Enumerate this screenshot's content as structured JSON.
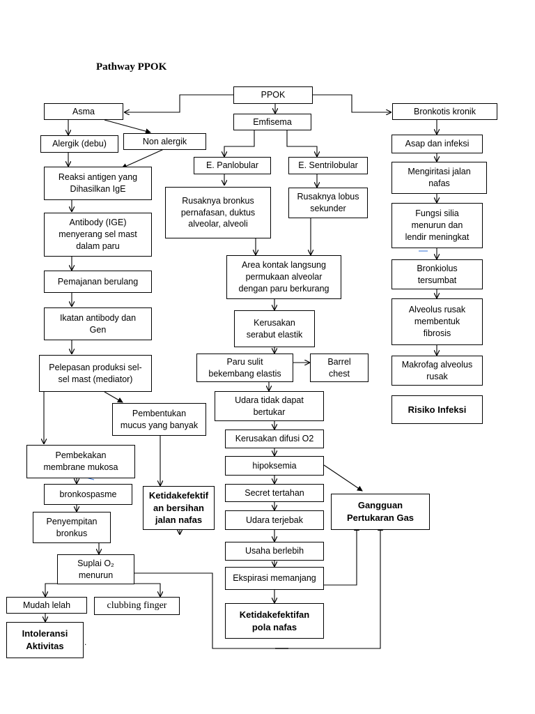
{
  "title": "Pathway PPOK",
  "nodes": {
    "ppok": "PPOK",
    "asma": "Asma",
    "emfisema": "Emfisema",
    "bronkitis": "Bronkotis kronik",
    "alergik": "Alergik (debu)",
    "nonalergik": "Non alergik",
    "reaksi": "Reaksi antigen yang\nDihasilkan IgE",
    "antibody": "Antibody (IGE)\nmenyerang sel mast\ndalam paru",
    "pemajanan": "Pemajanan berulang",
    "ikatan": "Ikatan antibody dan\nGen",
    "pelepasan": "Pelepasan produksi sel-\nsel mast (mediator)",
    "pembentukan": "Pembentukan\nmucus yang banyak",
    "pembekakan": "Pembekakan\nmembrane mukosa",
    "bronkospasme": "bronkospasme",
    "penyempitan": "Penyempitan\nbronkus",
    "suplai": "Suplai O₂\nmenurun",
    "mudah": "Mudah lelah",
    "clubbing": "clubbing finger",
    "intoleransi": "Intoleransi\nAktivitas",
    "ketidakbersihan": "Ketidakefektif\nan bersihan\njalan nafas",
    "panlobular": "E. Panlobular",
    "sentrilobular": "E. Sentrilobular",
    "rusaknyabronkus": "Rusaknya bronkus\npernafasan, duktus\nalveolar, alveoli",
    "rusaknyalobus": "Rusaknya lobus\nsekunder",
    "area": "Area kontak langsung\npermukaan alveolar\ndengan paru berkurang",
    "kerusakanserabut": "Kerusakan\nserabut elastik",
    "parusulit": "Paru sulit\nbekembang elastis",
    "barrel": "Barrel\nchest",
    "udaratidak": "Udara tidak dapat\nbertukar",
    "difusi": "Kerusakan difusi O2",
    "hipoksemia": "hipoksemia",
    "secret": "Secret tertahan",
    "udaraterjebak": "Udara terjebak",
    "usaha": "Usaha berlebih",
    "ekspirasi": "Ekspirasi memanjang",
    "ketidakpola": "Ketidakefektifan\npola nafas",
    "gangguan": "Gangguan\nPertukaran Gas",
    "asap": "Asap dan infeksi",
    "mengiritasi": "Mengiritasi jalan\nnafas",
    "fungsi": "Fungsi silia\nmenurun dan\nlendir meningkat",
    "bronkiolus": "Bronkiolus\ntersumbat",
    "alveolus": "Alveolus rusak\nmembentuk\nfibrosis",
    "makrofag": "Makrofag alveolus\nrusak",
    "risiko": "Risiko Infeksi"
  },
  "trailing_mark": "."
}
